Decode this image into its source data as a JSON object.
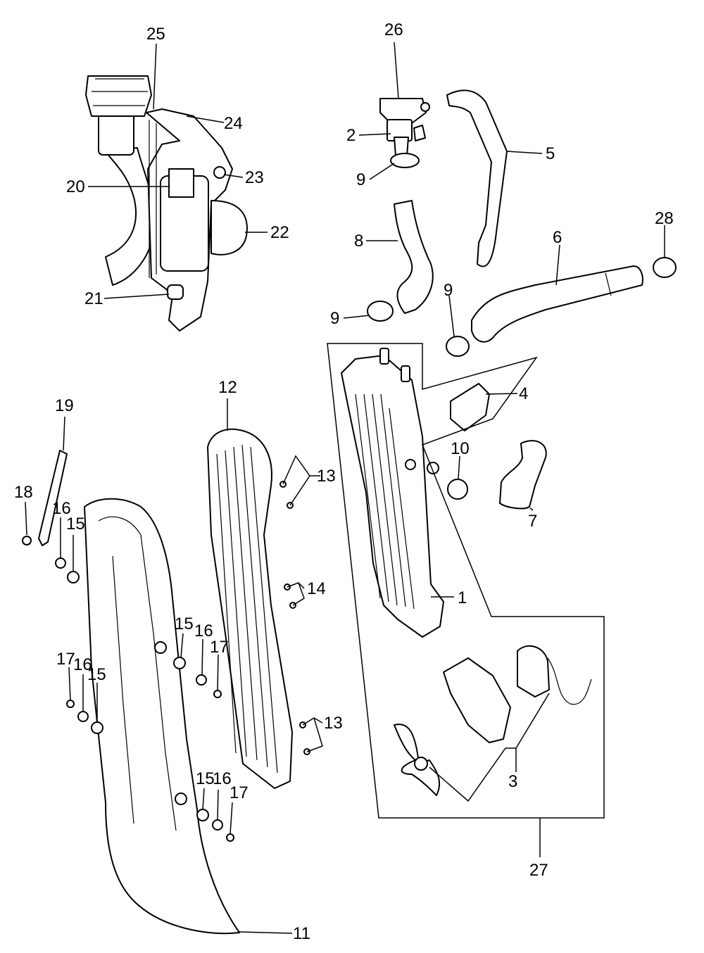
{
  "labels": {
    "l1": "1",
    "l2": "2",
    "l3": "3",
    "l4": "4",
    "l5": "5",
    "l6": "6",
    "l7": "7",
    "l8": "8",
    "l9a": "9",
    "l9b": "9",
    "l9c": "9",
    "l10": "10",
    "l11": "11",
    "l12": "12",
    "l13a": "13",
    "l13b": "13",
    "l14": "14",
    "l15a": "15",
    "l15b": "15",
    "l15c": "15",
    "l15d": "15",
    "l16a": "16",
    "l16b": "16",
    "l16c": "16",
    "l16d": "16",
    "l17a": "17",
    "l17b": "17",
    "l17c": "17",
    "l18": "18",
    "l19": "19",
    "l20": "20",
    "l21": "21",
    "l22": "22",
    "l23": "23",
    "l24": "24",
    "l25": "25",
    "l26": "26",
    "l27": "27",
    "l28": "28"
  }
}
